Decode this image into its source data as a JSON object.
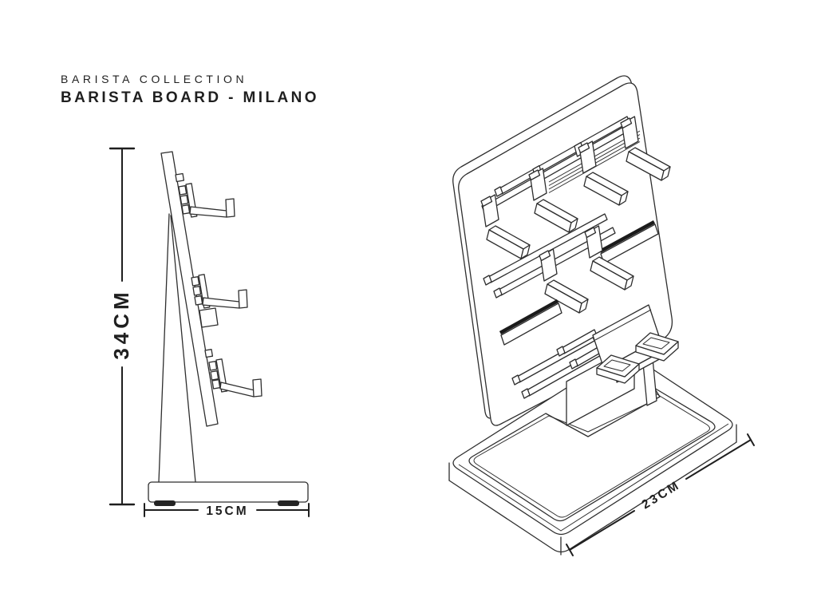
{
  "colors": {
    "background": "#ffffff",
    "line": "#2e2e2e",
    "text": "#1f1f1f"
  },
  "header": {
    "collection": "BARISTA COLLECTION",
    "product": "BARISTA BOARD - MILANO"
  },
  "dimensions": {
    "height": "34CM",
    "depth": "15CM",
    "width": "23CM"
  }
}
